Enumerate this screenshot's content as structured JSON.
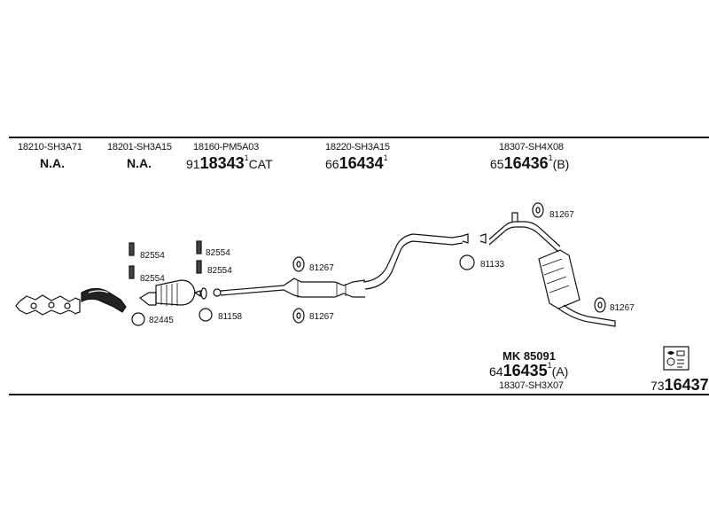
{
  "header_parts": [
    {
      "oe": "18210-SH3A71",
      "status": "N.A."
    },
    {
      "oe": "18201-SH3A15",
      "status": "N.A."
    },
    {
      "oe": "18160-PM5A03",
      "prefix": "91",
      "number": "18343",
      "mark": "1",
      "suffix": "CAT"
    },
    {
      "oe": "18220-SH3A15",
      "prefix": "66",
      "number": "16434",
      "mark": "1",
      "suffix": ""
    },
    {
      "oe": "18307-SH4X08",
      "prefix": "65",
      "number": "16436",
      "mark": "1",
      "suffix": "(B)"
    }
  ],
  "callouts": {
    "c82554_1": "82554",
    "c82554_2": "82554",
    "c82554_3": "82554",
    "c82554_4": "82554",
    "c82445": "82445",
    "c81158": "81158",
    "c81267_1": "81267",
    "c81267_2": "81267",
    "c81267_3": "81267",
    "c81267_4": "81267",
    "c81133": "81133"
  },
  "bottom_part": {
    "mk": "MK 85091",
    "prefix": "64",
    "number": "16435",
    "mark": "1",
    "suffix": "(A)",
    "oe": "18307-SH3X07"
  },
  "kit": {
    "prefix": "73",
    "number": "16437"
  }
}
